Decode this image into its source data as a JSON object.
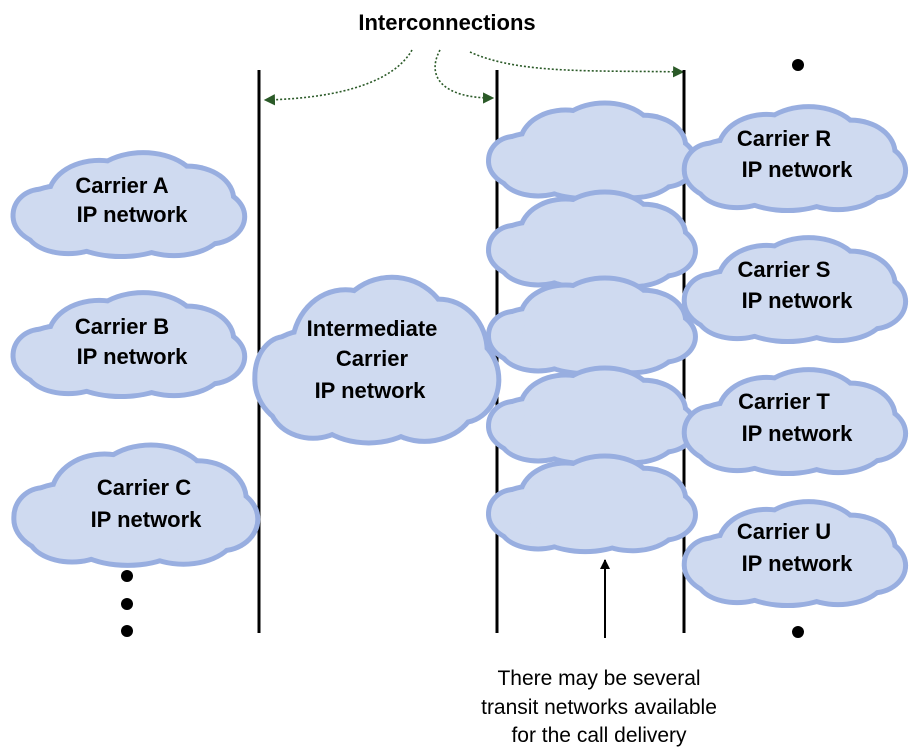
{
  "title": "Interconnections",
  "left_carriers": [
    {
      "line1": "Carrier A",
      "line2": "IP network"
    },
    {
      "line1": "Carrier B",
      "line2": "IP network"
    },
    {
      "line1": "Carrier C",
      "line2": "IP network"
    }
  ],
  "intermediate": {
    "line1": "Intermediate",
    "line2": "Carrier",
    "line3": "IP network"
  },
  "right_carriers": [
    {
      "line1": "Carrier R",
      "line2": "IP network"
    },
    {
      "line1": "Carrier S",
      "line2": "IP network"
    },
    {
      "line1": "Carrier T",
      "line2": "IP network"
    },
    {
      "line1": "Carrier U",
      "line2": "IP network"
    }
  ],
  "transit_clouds_count": 5,
  "note": {
    "line1": "There may be several",
    "line2": "transit networks available",
    "line3": "for the call delivery"
  },
  "colors": {
    "cloud_fill": "#cfdaf0",
    "cloud_outline": "#98aee0",
    "connector": "#2b5a28"
  }
}
